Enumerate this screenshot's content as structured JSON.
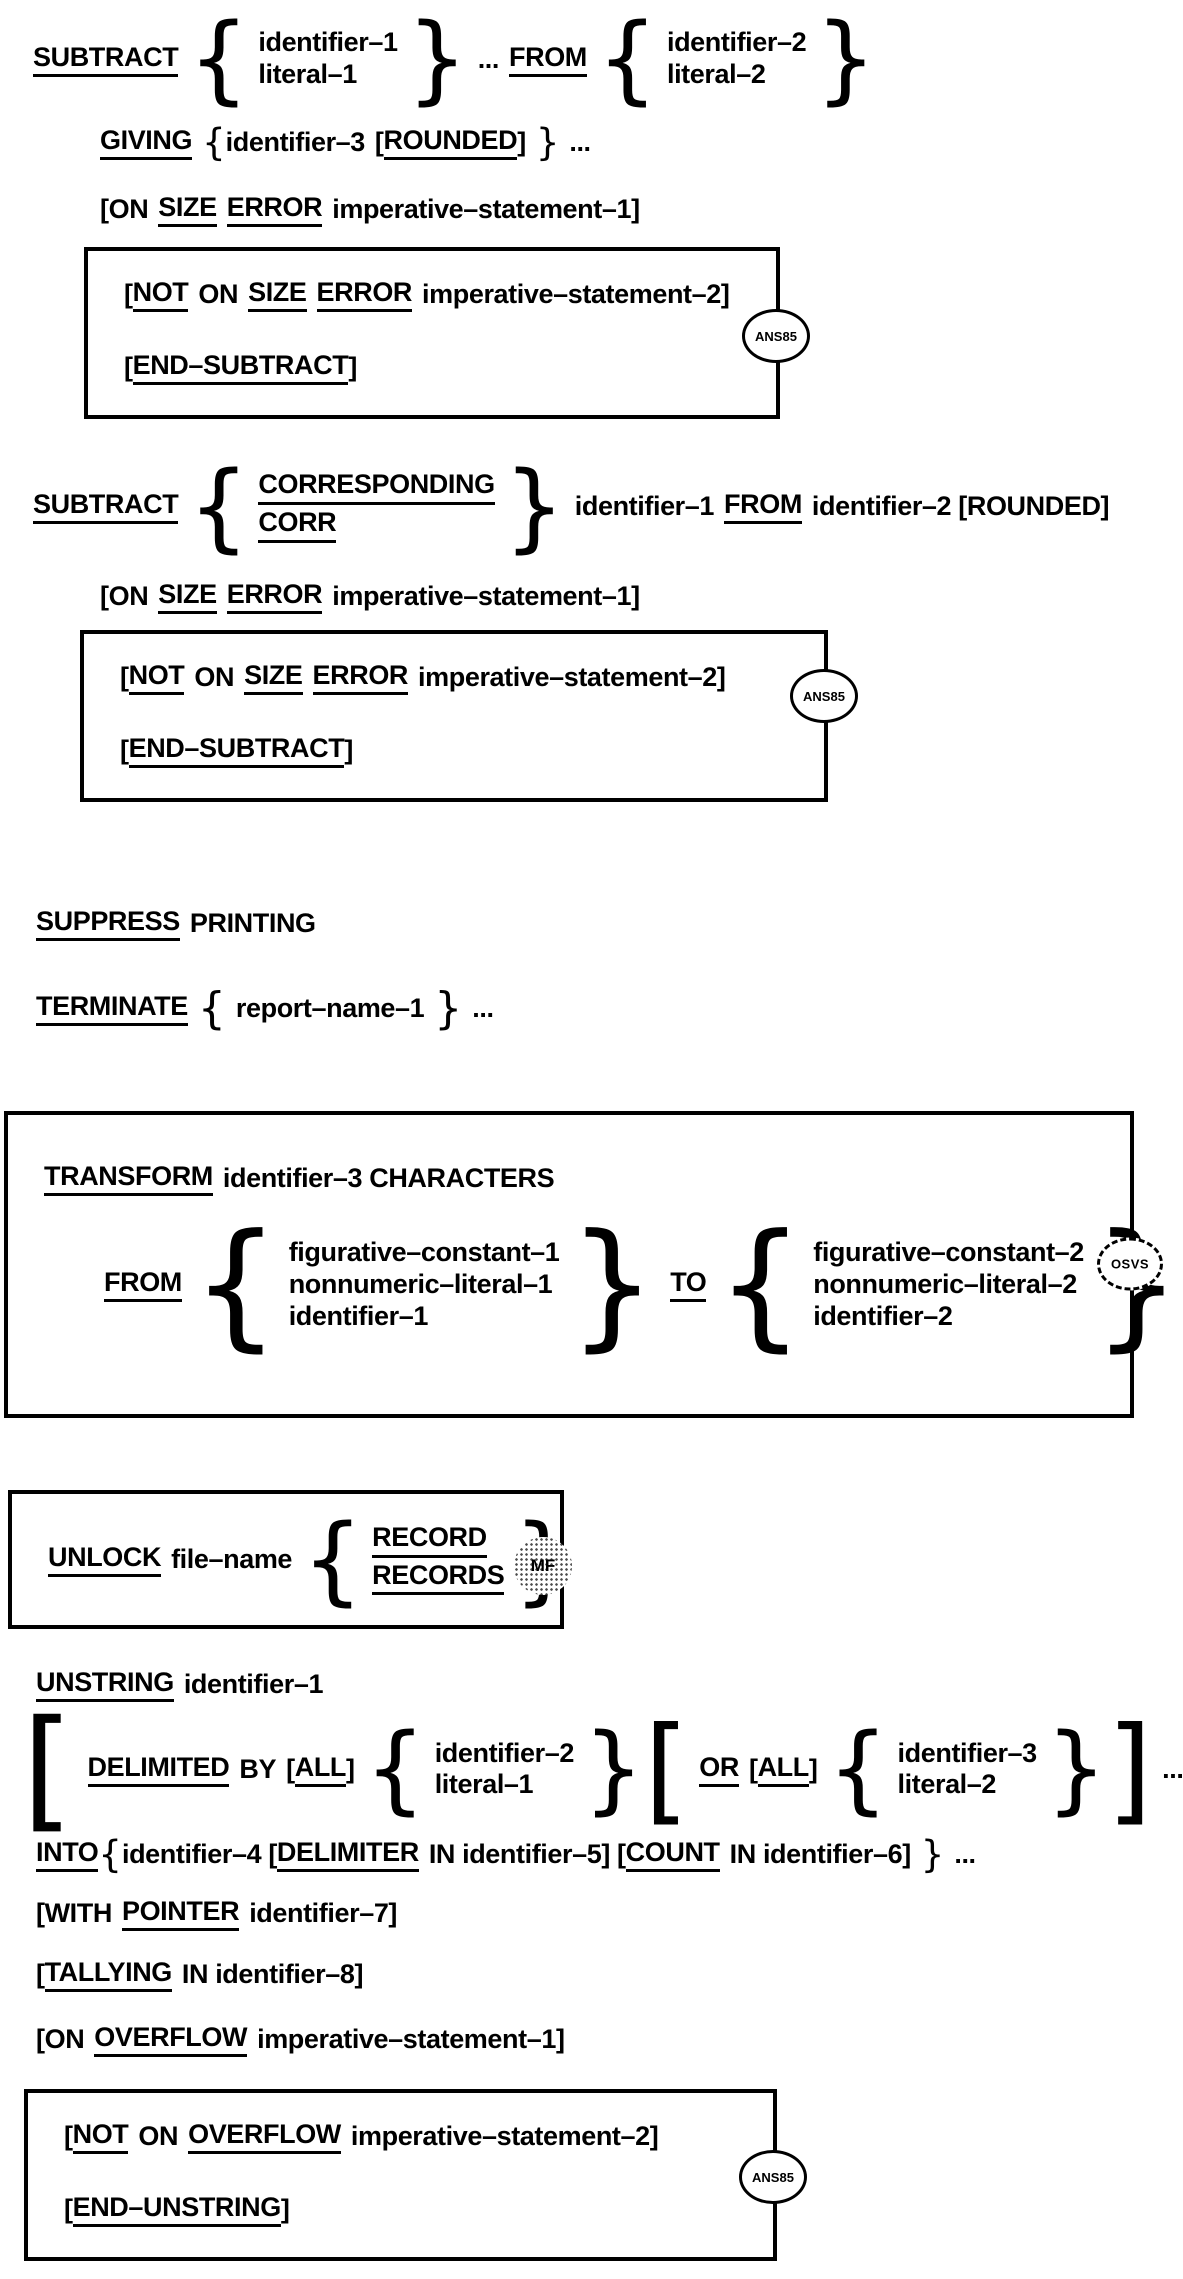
{
  "badge": {
    "ans85": "ANS85",
    "osvs": "OSVS",
    "mf": "MF"
  },
  "glyph": {
    "open_brace": "{",
    "close_brace": "}",
    "open_bracket": "[",
    "close_bracket": "]",
    "ellipsis": "..."
  },
  "subtract_simple": {
    "keyword": "SUBTRACT",
    "operand_stack_1": [
      "identifier–1",
      "literal–1"
    ],
    "ellipsis": "...",
    "from": "FROM",
    "operand_stack_2": [
      "identifier–2",
      "literal–2"
    ],
    "giving_line": {
      "giving": "GIVING",
      "identifier": "identifier–3",
      "rounded_open": "[",
      "rounded": "ROUNDED",
      "rounded_close": "]",
      "ellipsis": "..."
    },
    "size_error_line": {
      "lead": "[ON",
      "size": "SIZE",
      "error": "ERROR",
      "trail": "imperative–statement–1]"
    },
    "ans_box": {
      "not_line": {
        "open": "[",
        "not": "NOT",
        "on": "ON",
        "size": "SIZE",
        "error": "ERROR",
        "trail": "imperative–statement–2]"
      },
      "end_line": {
        "open": "[",
        "end_keyword": "END–SUBTRACT",
        "close": "]"
      }
    }
  },
  "subtract_corresponding": {
    "keyword": "SUBTRACT",
    "corr_stack": [
      "CORRESPONDING",
      "CORR"
    ],
    "identifier_1": "identifier–1",
    "from": "FROM",
    "trail": "identifier–2 [ROUNDED]",
    "size_error_line": {
      "lead": "[ON",
      "size": "SIZE",
      "error": "ERROR",
      "trail": "imperative–statement–1]"
    },
    "ans_box": {
      "not_line": {
        "open": "[",
        "not": "NOT",
        "on": "ON",
        "size": "SIZE",
        "error": "ERROR",
        "trail": "imperative–statement–2]"
      },
      "end_line": {
        "open": "[",
        "end_keyword": "END–SUBTRACT",
        "close": "]"
      }
    }
  },
  "suppress": {
    "keyword": "SUPPRESS",
    "printing": "PRINTING"
  },
  "terminate": {
    "keyword": "TERMINATE",
    "report_name": "report–name–1",
    "ellipsis": "..."
  },
  "transform": {
    "keyword": "TRANSFORM",
    "operands": "identifier–3 CHARACTERS",
    "from": "FROM",
    "from_stack": [
      "figurative–constant–1",
      "nonnumeric–literal–1",
      "identifier–1"
    ],
    "to": "TO",
    "to_stack": [
      "figurative–constant–2",
      "nonnumeric–literal–2",
      "identifier–2"
    ]
  },
  "unlock": {
    "keyword": "UNLOCK",
    "file_name": "file–name",
    "record_stack": [
      "RECORD",
      "RECORDS"
    ]
  },
  "unstring": {
    "keyword": "UNSTRING",
    "identifier_1": "identifier–1",
    "delimited_line": {
      "outer_open": "[",
      "delimited": "DELIMITED",
      "by": "BY",
      "all_open_1": "[",
      "all_1": "ALL",
      "all_close_1": "]",
      "stack_1": [
        "identifier–2",
        "literal–1"
      ],
      "inner_open": "[",
      "or": "OR",
      "all_open_2": "[",
      "all_2": "ALL",
      "all_close_2": "]",
      "stack_2": [
        "identifier–3",
        "literal–2"
      ],
      "inner_close": "]",
      "ellipsis": "...",
      "outer_close": "]"
    },
    "into_line": {
      "into": "INTO",
      "identifier_4": "identifier–4 [",
      "delimiter": "DELIMITER",
      "mid_1": "IN identifier–5] [",
      "count": "COUNT",
      "mid_2": "IN identifier–6]",
      "ellipsis": "..."
    },
    "pointer_line": {
      "lead": "[WITH",
      "pointer": "POINTER",
      "trail": "identifier–7]"
    },
    "tallying_line": {
      "open": "[",
      "tallying": "TALLYING",
      "trail": "IN identifier–8]"
    },
    "overflow_line": {
      "lead": "[ON",
      "overflow": "OVERFLOW",
      "trail": "imperative–statement–1]"
    },
    "ans_box": {
      "not_line": {
        "open": "[",
        "not": "NOT",
        "on": "ON",
        "overflow": "OVERFLOW",
        "trail": "imperative–statement–2]"
      },
      "end_line": {
        "open": "[",
        "end_keyword": "END–UNSTRING",
        "close": "]"
      }
    }
  }
}
